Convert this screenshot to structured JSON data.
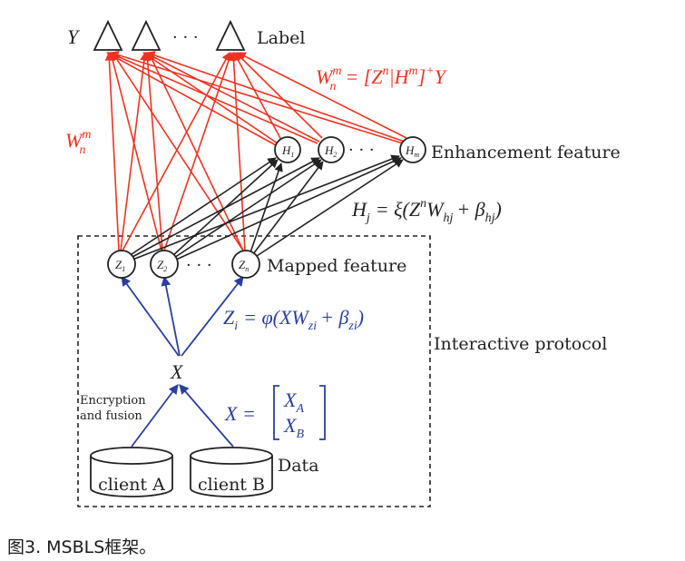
{
  "labels": {
    "y": "Y",
    "dots": "· · ·",
    "label": "Label",
    "enhancement_feature": "Enhancement feature",
    "mapped_feature": "Mapped feature",
    "interactive_protocol": "Interactive protocol",
    "x": "X",
    "encryption_line1": "Encryption",
    "encryption_line2": "and fusion",
    "data": "Data"
  },
  "nodes": {
    "h1": "H",
    "h1_sub": "1",
    "h2": "H",
    "h2_sub": "2",
    "hm": "H",
    "hm_sub": "m",
    "z1": "Z",
    "z1_sub": "1",
    "z2": "Z",
    "z2_sub": "2",
    "zn": "Z",
    "zn_sub": "n"
  },
  "clients": {
    "a": "client A",
    "b": "client B"
  },
  "formulas": {
    "w_label": "W",
    "w_sub": "n",
    "w_sup": "m",
    "w_eq": "= [Z",
    "w_eq_sup1": "n",
    "w_eq_mid": "|H",
    "w_eq_sup2": "m",
    "w_eq_end": "]",
    "w_eq_sup3": "+",
    "w_eq_y": "Y",
    "h_lhs": "H",
    "h_lhs_sub": "j",
    "h_eq": "= ξ(Z",
    "h_eq_sup": "n",
    "h_eq_w": "W",
    "h_eq_w_sub": "hj",
    "h_eq_plus": "+ β",
    "h_eq_b_sub": "hj",
    "h_eq_close": ")",
    "z_lhs": "Z",
    "z_lhs_sub": "i",
    "z_eq": "= φ(XW",
    "z_eq_sub": "zi",
    "z_eq_plus": "+ β",
    "z_eq_b_sub": "zi",
    "z_eq_close": ")",
    "x_lhs": "X =",
    "x_a": "X",
    "x_a_sub": "A",
    "x_b": "X",
    "x_b_sub": "B"
  },
  "caption": "图3. MSBLS框架。",
  "colors": {
    "red": "#ee3322",
    "blue": "#2a3f9d",
    "dark": "#222222"
  }
}
